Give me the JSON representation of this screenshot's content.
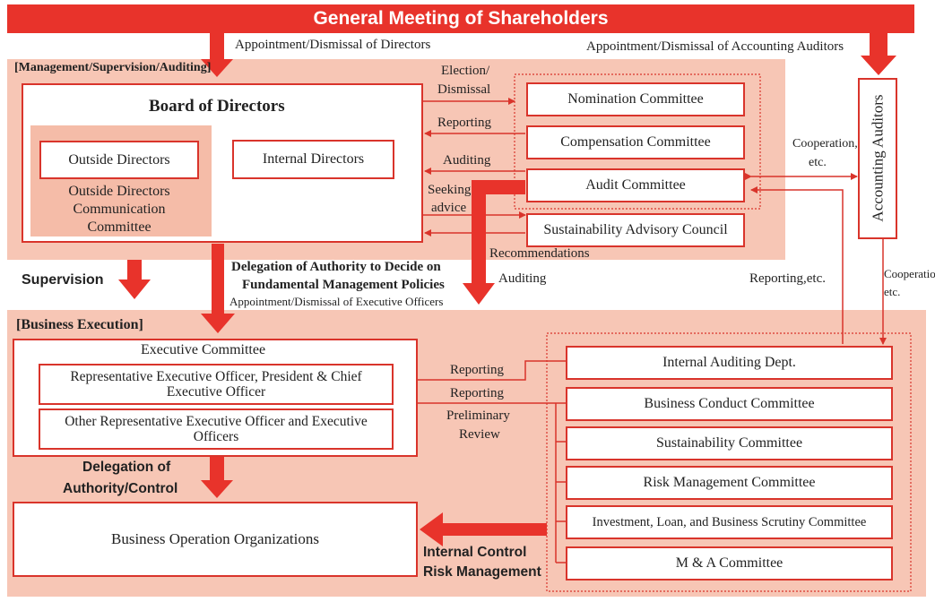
{
  "header": {
    "title": "General Meeting of Shareholders"
  },
  "labels": {
    "appoint_directors": "Appointment/Dismissal of Directors",
    "appoint_auditors": "Appointment/Dismissal of Accounting Auditors",
    "election": "Election/",
    "dismissal": "Dismissal",
    "reporting": "Reporting",
    "auditing": "Auditing",
    "seeking": "Seeking",
    "advice": "advice",
    "recommendations": "Recommendations",
    "cooperation1": "Cooperation,",
    "etc1": "etc.",
    "cooperation2": "Cooperation,",
    "etc2": "etc.",
    "reporting_etc": "Reporting,etc.",
    "supervision": "Supervision",
    "delegation_line1": "Delegation of Authority to Decide on",
    "delegation_line2": "Fundamental Management Policies",
    "appoint_exec": "Appointment/Dismissal of Executive Officers",
    "auditing_down": "Auditing",
    "reporting_a": "Reporting",
    "reporting_b": "Reporting",
    "preliminary": "Preliminary",
    "review": "Review",
    "delegation_control_1": "Delegation of",
    "delegation_control_2": "Authority/Control",
    "internal_control": "Internal Control",
    "risk_management": "Risk Management"
  },
  "management": {
    "section_label": "[Management/Supervision/Auditing]",
    "board_title": "Board of Directors",
    "outside_directors": "Outside Directors",
    "outside_comm": [
      "Outside Directors",
      "Communication",
      "Committee"
    ],
    "internal_directors": "Internal Directors",
    "committees": {
      "nomination": "Nomination Committee",
      "compensation": "Compensation Committee",
      "audit": "Audit Committee",
      "sustainability_council": "Sustainability Advisory Council"
    },
    "accounting_auditors": "Accounting Auditors"
  },
  "execution": {
    "section_label": "[Business Execution]",
    "exec_committee": "Executive Committee",
    "rep_officer": "Representative Executive Officer, President & Chief Executive Officer",
    "other_officers": "Other Representative Executive Officer and Executive Officers",
    "business_org": "Business Operation Organizations",
    "right_committees": {
      "internal_audit": "Internal Auditing Dept.",
      "business_conduct": "Business Conduct Committee",
      "sustainability": "Sustainability Committee",
      "risk": "Risk Management Committee",
      "investment": "Investment, Loan, and Business Scrutiny Committee",
      "ma": "M & A Committee"
    }
  },
  "colors": {
    "red": "#d9342b",
    "panel": "#f7c6b5",
    "inner_panel": "#f5bca8"
  }
}
